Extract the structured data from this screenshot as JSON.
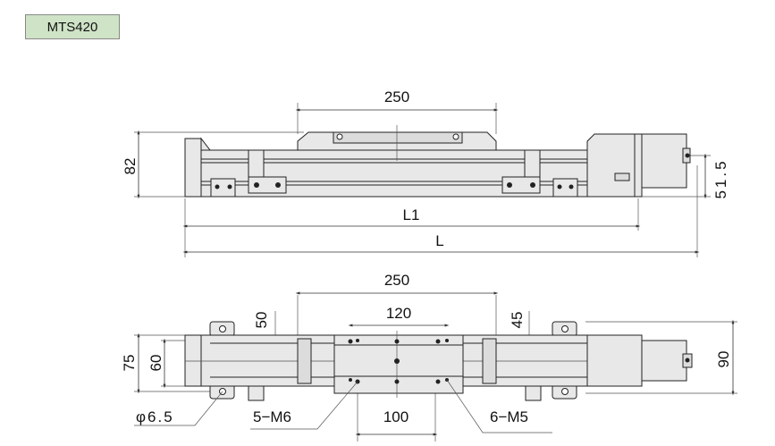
{
  "model": "MTS420",
  "side_view": {
    "stroke_label": "250",
    "height_label": "82",
    "motor_axis_height_label": "51.5",
    "length_l1_label": "L1",
    "length_l_label": "L"
  },
  "top_view": {
    "stroke_label": "250",
    "carriage_hole_pitch_label": "120",
    "carriage_hole_pitch2_label": "100",
    "left_offset_label": "50",
    "right_offset_label": "45",
    "outer_width_label": "75",
    "inner_width_label": "60",
    "motor_width_label": "90",
    "mount_hole_label": "φ6.5",
    "thread_m6_label": "5−M6",
    "thread_m5_label": "6−M5"
  }
}
